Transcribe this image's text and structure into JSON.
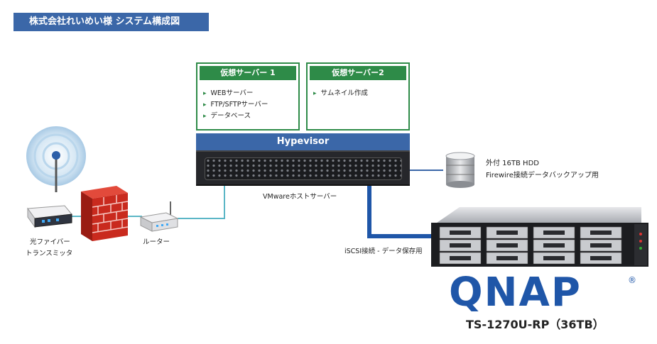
{
  "title": "株式会社れいめい様 システム構成図",
  "vms": [
    {
      "header": "仮想サーバー 1",
      "items": [
        "WEBサーバー",
        "FTP/SFTPサーバー",
        "データベース"
      ]
    },
    {
      "header": "仮想サーバー2",
      "items": [
        "サムネイル作成"
      ]
    }
  ],
  "hypervisor": "Hypevisor",
  "host_label": "VMwareホストサーバー",
  "hdd": {
    "name": "外付 16TB HDD",
    "desc": "Firewire接続データバックアップ用"
  },
  "iscsi_label": "iSCSI接続 - データ保存用",
  "router_label": "ルーター",
  "transmitter_label": [
    "光ファイバー",
    "トランスミッタ"
  ],
  "nas": {
    "brand": "QNAP",
    "model": "TS-1270U-RP（36TB）"
  },
  "icons": [
    "wifi-antenna-icon",
    "firewall-brick-icon",
    "router-icon",
    "fiber-transmitter-icon",
    "hdd-stack-icon",
    "nas-rack-icon"
  ],
  "colors": {
    "title_bg": "#3b67a8",
    "vm_green": "#2e8b48",
    "network_line": "#5bb6c6",
    "iscsi_line": "#1f56a8",
    "qnap_blue": "#1f56a8"
  }
}
